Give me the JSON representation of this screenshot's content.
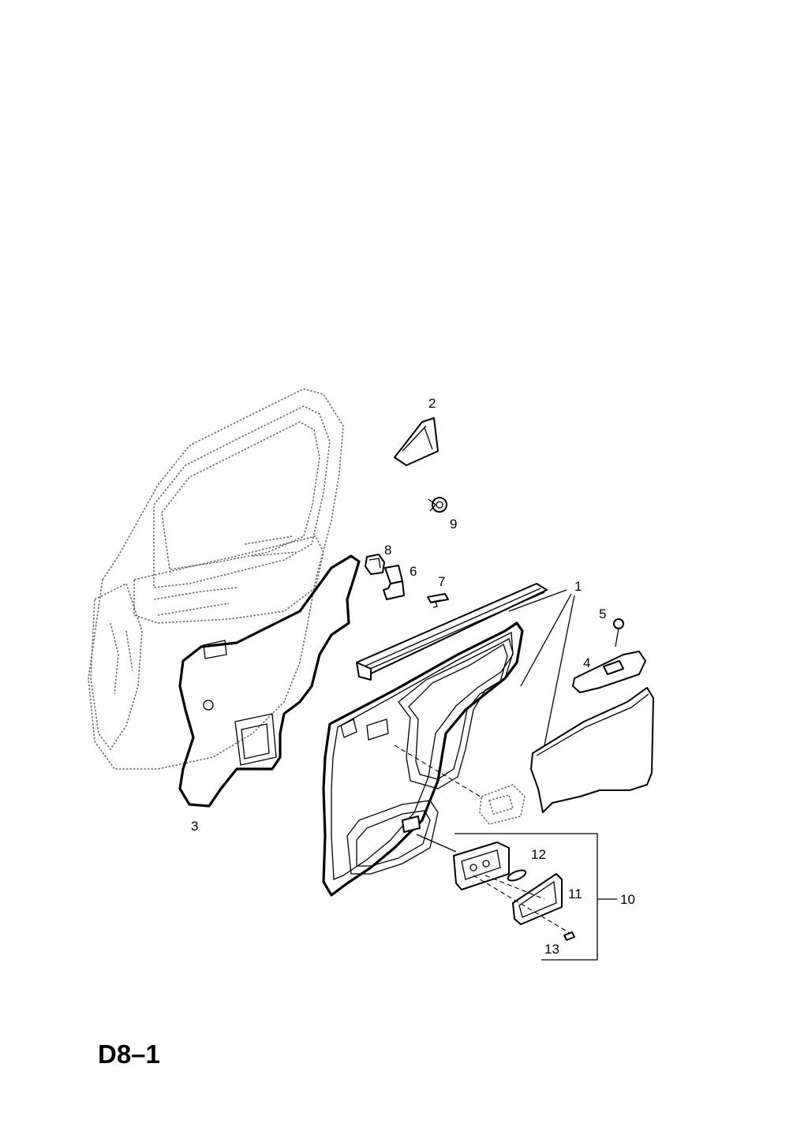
{
  "diagram": {
    "code": "D8–1",
    "callouts": [
      {
        "id": "1",
        "text": "1"
      },
      {
        "id": "2",
        "text": "2"
      },
      {
        "id": "3",
        "text": "3"
      },
      {
        "id": "4",
        "text": "4"
      },
      {
        "id": "5",
        "text": "5"
      },
      {
        "id": "6",
        "text": "6"
      },
      {
        "id": "7",
        "text": "7"
      },
      {
        "id": "8",
        "text": "8"
      },
      {
        "id": "9",
        "text": "9"
      },
      {
        "id": "10",
        "text": "10"
      },
      {
        "id": "11",
        "text": "11"
      },
      {
        "id": "12",
        "text": "12"
      },
      {
        "id": "13",
        "text": "13"
      }
    ]
  }
}
